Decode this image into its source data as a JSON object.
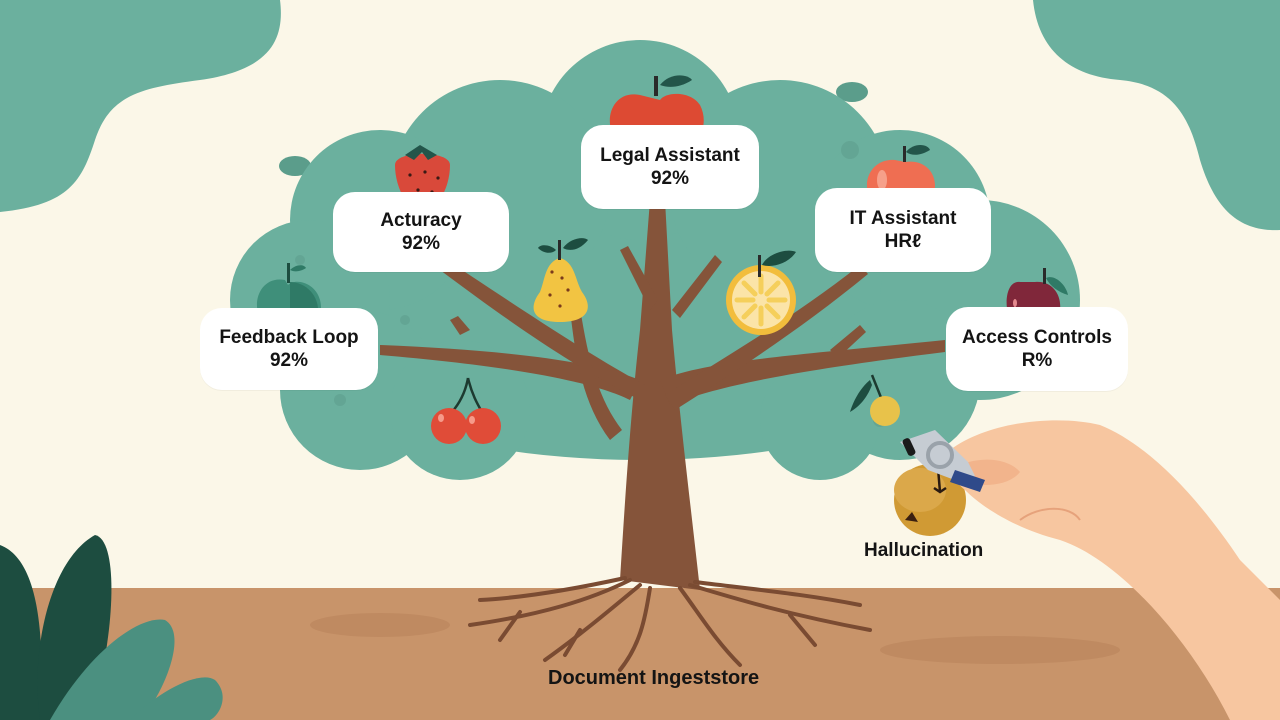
{
  "diagram": {
    "type": "knowledge-tree illustration",
    "colors": {
      "background": "#fbf7e8",
      "foliage": "#6bb09e",
      "foliage_dark": "#5b9d8b",
      "trunk": "#85543a",
      "soil": "#c8946a",
      "card": "#ffffff",
      "text": "#141414"
    },
    "fruit_labels": [
      {
        "id": "feedback-loop",
        "title": "Feedback Loop",
        "value": "92%",
        "fruit": "green-apple-icon"
      },
      {
        "id": "accuracy",
        "title": "Acturacy",
        "value": "92%",
        "fruit": "strawberry-icon"
      },
      {
        "id": "legal-assistant",
        "title": "Legal Assistant",
        "value": "92%",
        "fruit": "red-apple-icon"
      },
      {
        "id": "it-assistant",
        "title": "IT Assistant",
        "value": "HRℓ",
        "fruit": "peach-icon"
      },
      {
        "id": "access-controls",
        "title": "Access Controls",
        "value": "R%",
        "fruit": "plum-icon"
      }
    ],
    "unlabeled_fruits": [
      "pear-icon",
      "lemon-slice-icon",
      "cherries-icon",
      "small-yellow-fruit-icon"
    ],
    "pruned_fruit": {
      "label": "Hallucination",
      "fruit": "rotten-fruit-icon",
      "tool": "pruning-shears-icon"
    },
    "roots": {
      "label": "Document Ingeststore"
    }
  }
}
